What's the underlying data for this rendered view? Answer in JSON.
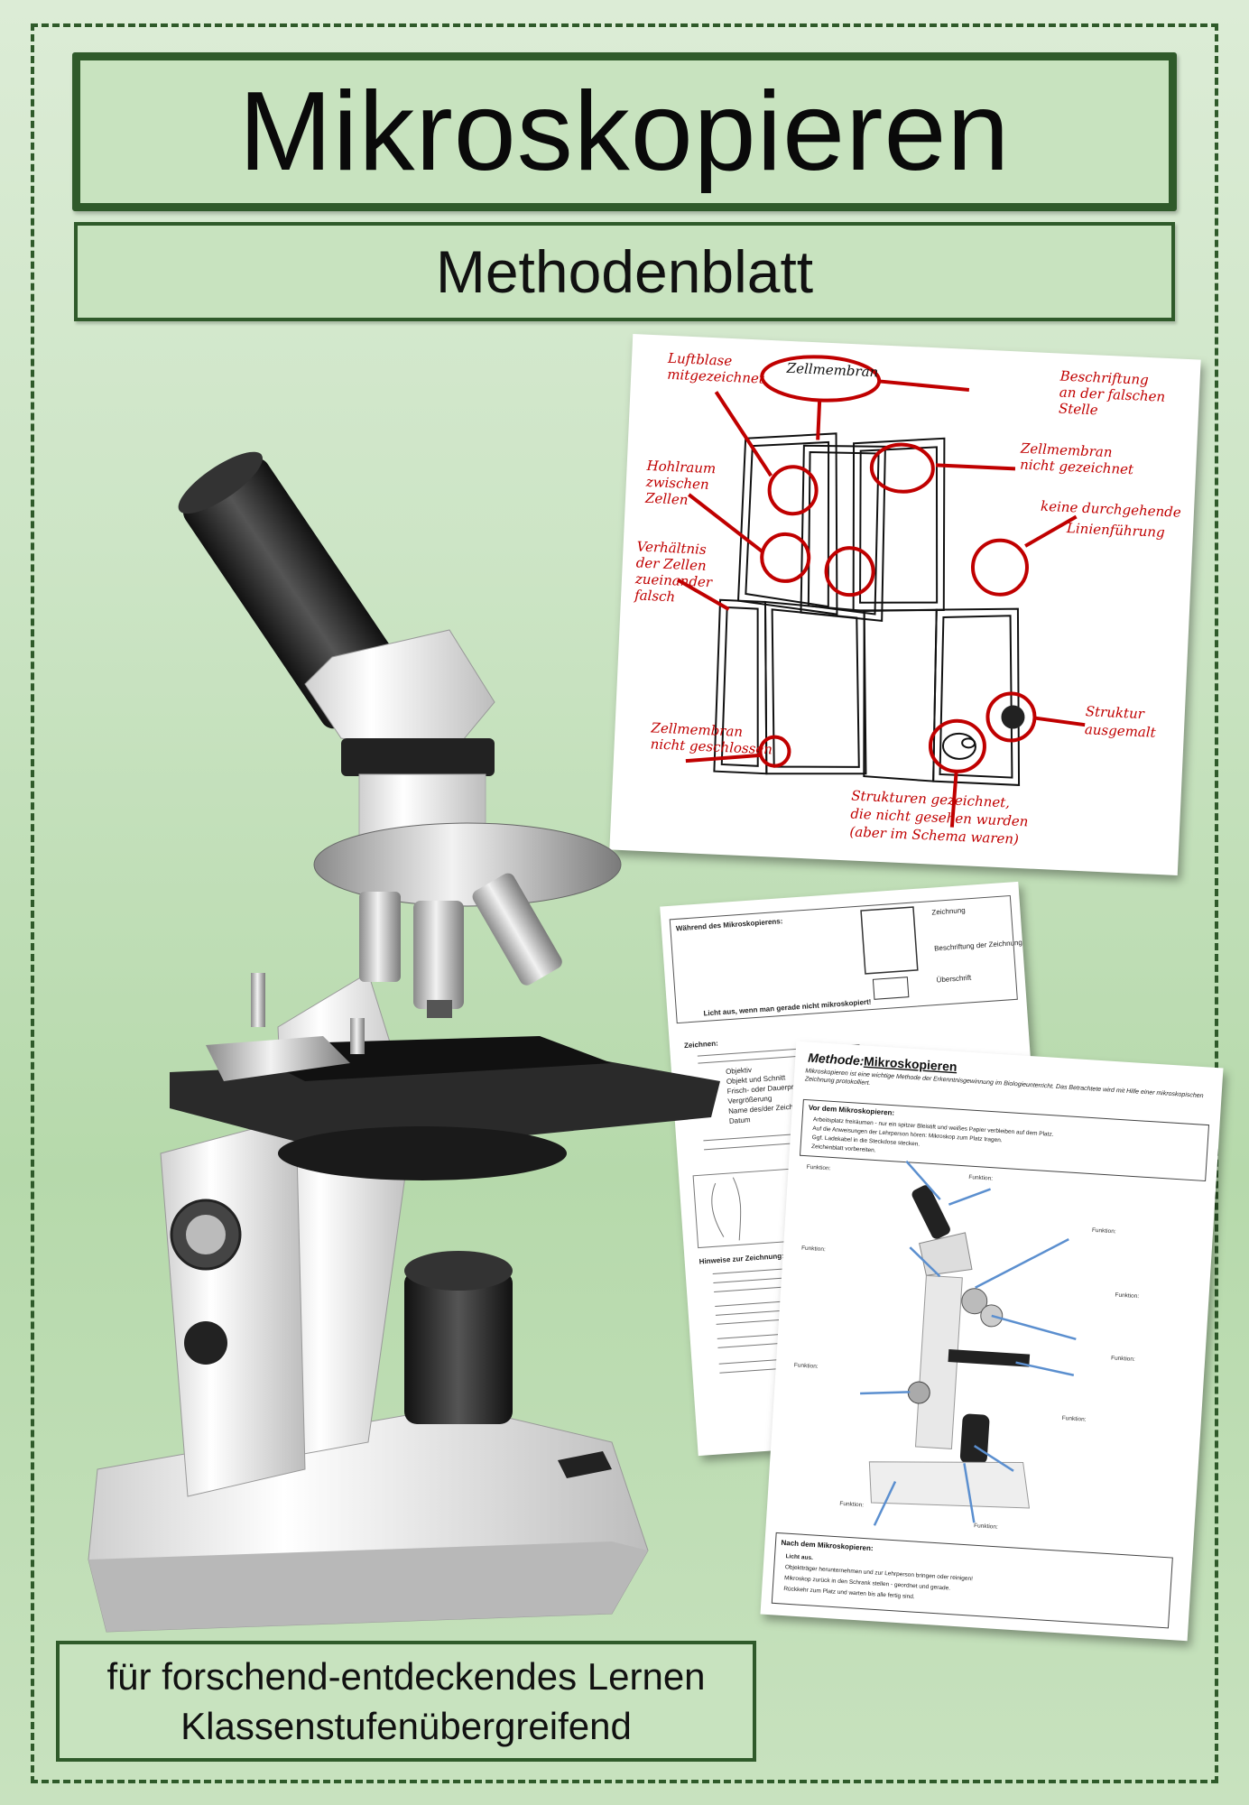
{
  "title": "Mikroskopieren",
  "subtitle": "Methodenblatt",
  "footer": {
    "line1": "für forschend-entdeckendes Lernen",
    "line2": "Klassenstufenübergreifend"
  },
  "drawing_sheet": {
    "labels": {
      "zellmembran_top": "Zellmembran",
      "beschriftung_1": "Beschriftung",
      "beschriftung_2": "an der falschen",
      "beschriftung_3": "Stelle",
      "luftblase_1": "Luftblase",
      "luftblase_2": "mitgezeichnet",
      "zellmembran_nicht_1": "Zellmembran",
      "zellmembran_nicht_2": "nicht gezeichnet",
      "hohlraum_1": "Hohlraum",
      "hohlraum_2": "zwischen",
      "hohlraum_3": "Zellen",
      "linien_1": "keine durchgehende",
      "linien_2": "Linienführung",
      "verhaeltnis_1": "Verhältnis",
      "verhaeltnis_2": "der Zellen",
      "verhaeltnis_3": "zueinander",
      "verhaeltnis_4": "falsch",
      "struktur_1": "Struktur",
      "struktur_2": "ausgemalt",
      "geschlossen_1": "Zellmembran",
      "geschlossen_2": "nicht geschlossen",
      "strukturen_1": "Strukturen gezeichnet,",
      "strukturen_2": "die nicht gesehen wurden",
      "strukturen_3": "(aber im Schema waren)"
    }
  },
  "back_sheet": {
    "heading": "Während des Mikroskopierens:",
    "draw_heading": "Zeichnen:",
    "items": [
      "Objektiv",
      "Objekt und Schnitt",
      "Frisch- oder Dauerpräparat",
      "Vergrößerung",
      "Name des/der Zeichner",
      "Datum"
    ],
    "hint_heading": "Hinweise zur Zeichnung:",
    "side_labels": [
      "Zeichnung",
      "Beschriftung der Zeichnung",
      "Überschrift"
    ],
    "note": "Licht aus, wenn man gerade nicht mikroskopiert!"
  },
  "front_sheet": {
    "heading_prefix": "Methode:",
    "heading_word": "Mikroskopieren",
    "intro": "Mikroskopieren ist eine wichtige Methode der Erkenntnisgewinnung im Biologieunterricht. Das Betrachtete wird mit Hilfe einer mikroskopischen Zeichnung protokolliert.",
    "before_heading": "Vor dem Mikroskopieren:",
    "before_items": [
      "Arbeitsplatz freiräumen - nur ein spitzer Bleistift und weißes Papier verbleiben auf dem Platz.",
      "Auf die Anweisungen der Lehrperson hören: Mikroskop zum Platz tragen.",
      "Ggf. Ladekabel in die Steckdose stecken.",
      "Zeichenblatt vorbereiten."
    ],
    "function_label": "Funktion:",
    "after_heading": "Nach dem Mikroskopieren:",
    "after_items": [
      "Licht aus.",
      "Objektträger herunternehmen und zur Lehrperson bringen oder reinigen!",
      "Mikroskop zurück in den Schrank stellen - geordnet und gerade.",
      "Rückkehr zum Platz und warten bis alle fertig sind."
    ]
  }
}
